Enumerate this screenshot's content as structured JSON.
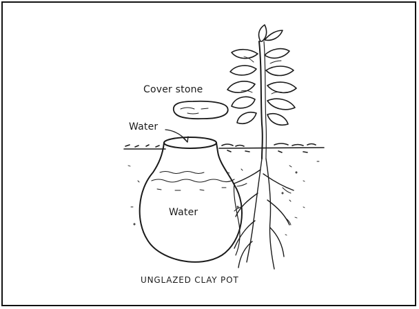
{
  "labels": {
    "cover_stone": "Cover stone",
    "water_top": "Water",
    "water_inside": "Water",
    "caption": "UNGLAZED CLAY POT"
  }
}
